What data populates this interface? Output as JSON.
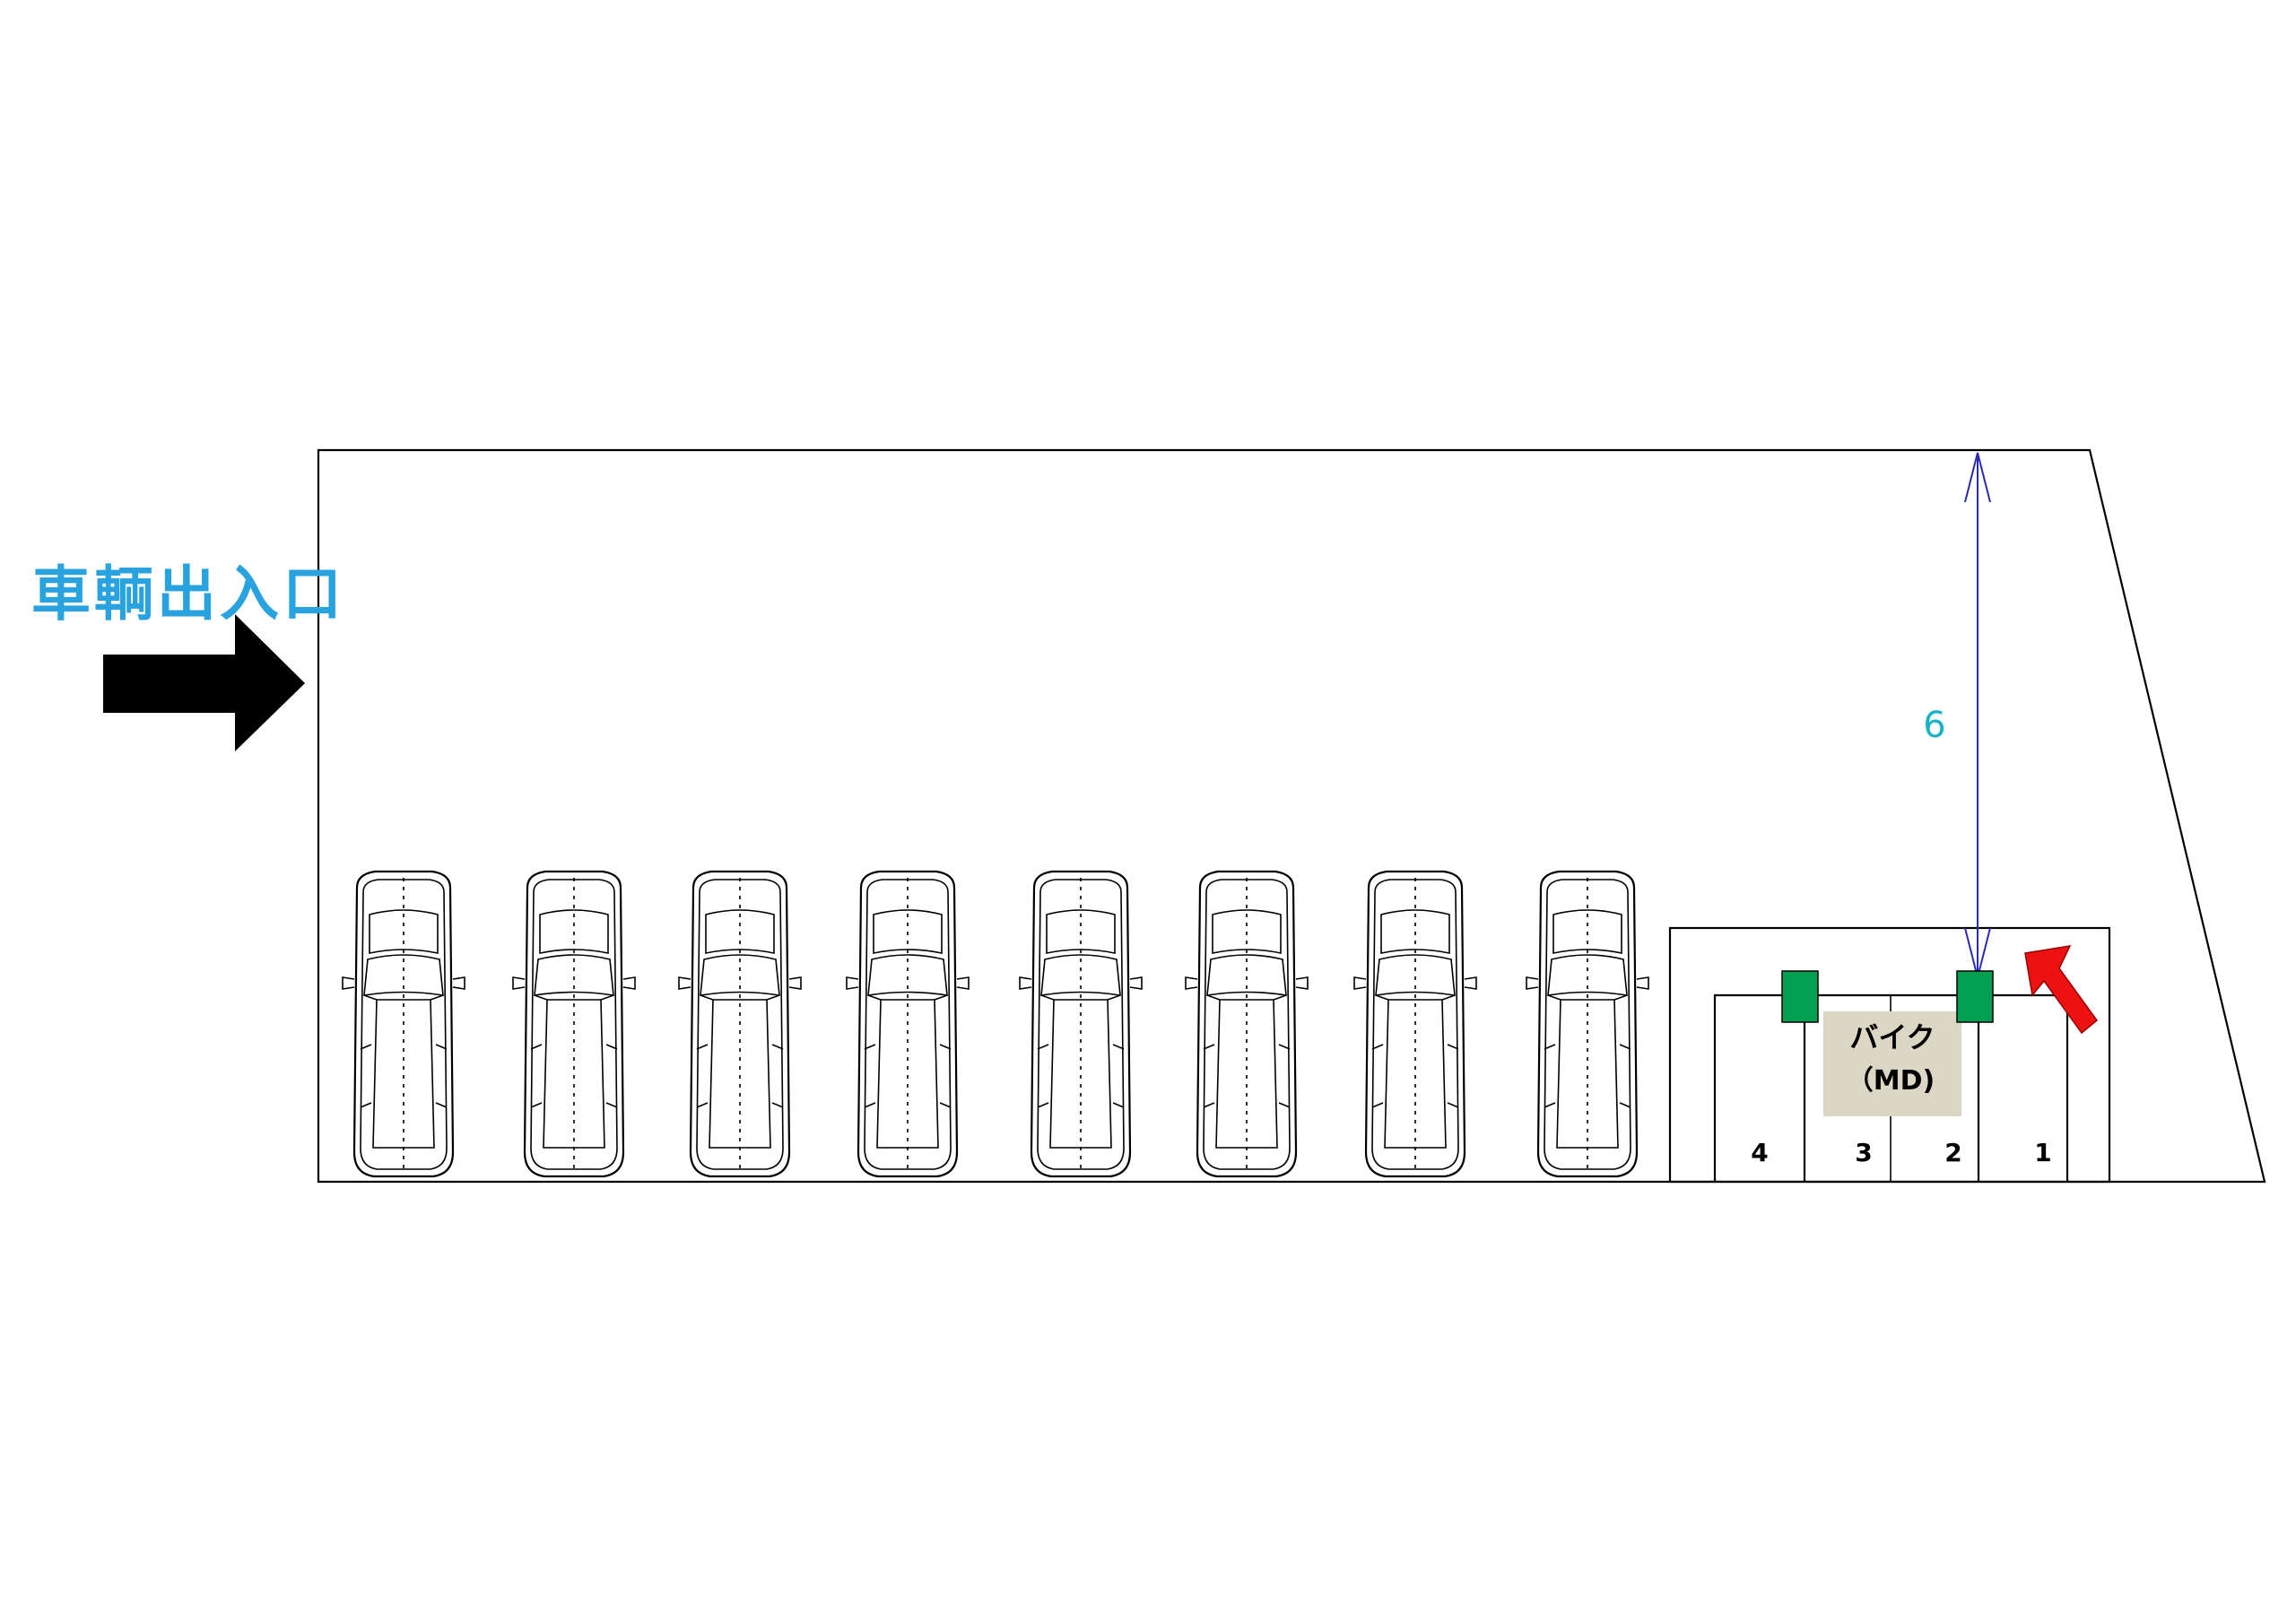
{
  "entrance_label": "車輌出入口",
  "dimension_label": "6",
  "bike_area": {
    "line1": "バイク",
    "line2": "（MD)"
  },
  "slots": [
    "4",
    "3",
    "2",
    "1"
  ],
  "car_count": 8,
  "colors": {
    "entrance_text": "#29a3e0",
    "dimension_line": "#2a2ab8",
    "dimension_text": "#19b3c8",
    "green_marker": "#00a050",
    "red_arrow": "#ee1111",
    "bike_box": "#dcd6c4"
  }
}
